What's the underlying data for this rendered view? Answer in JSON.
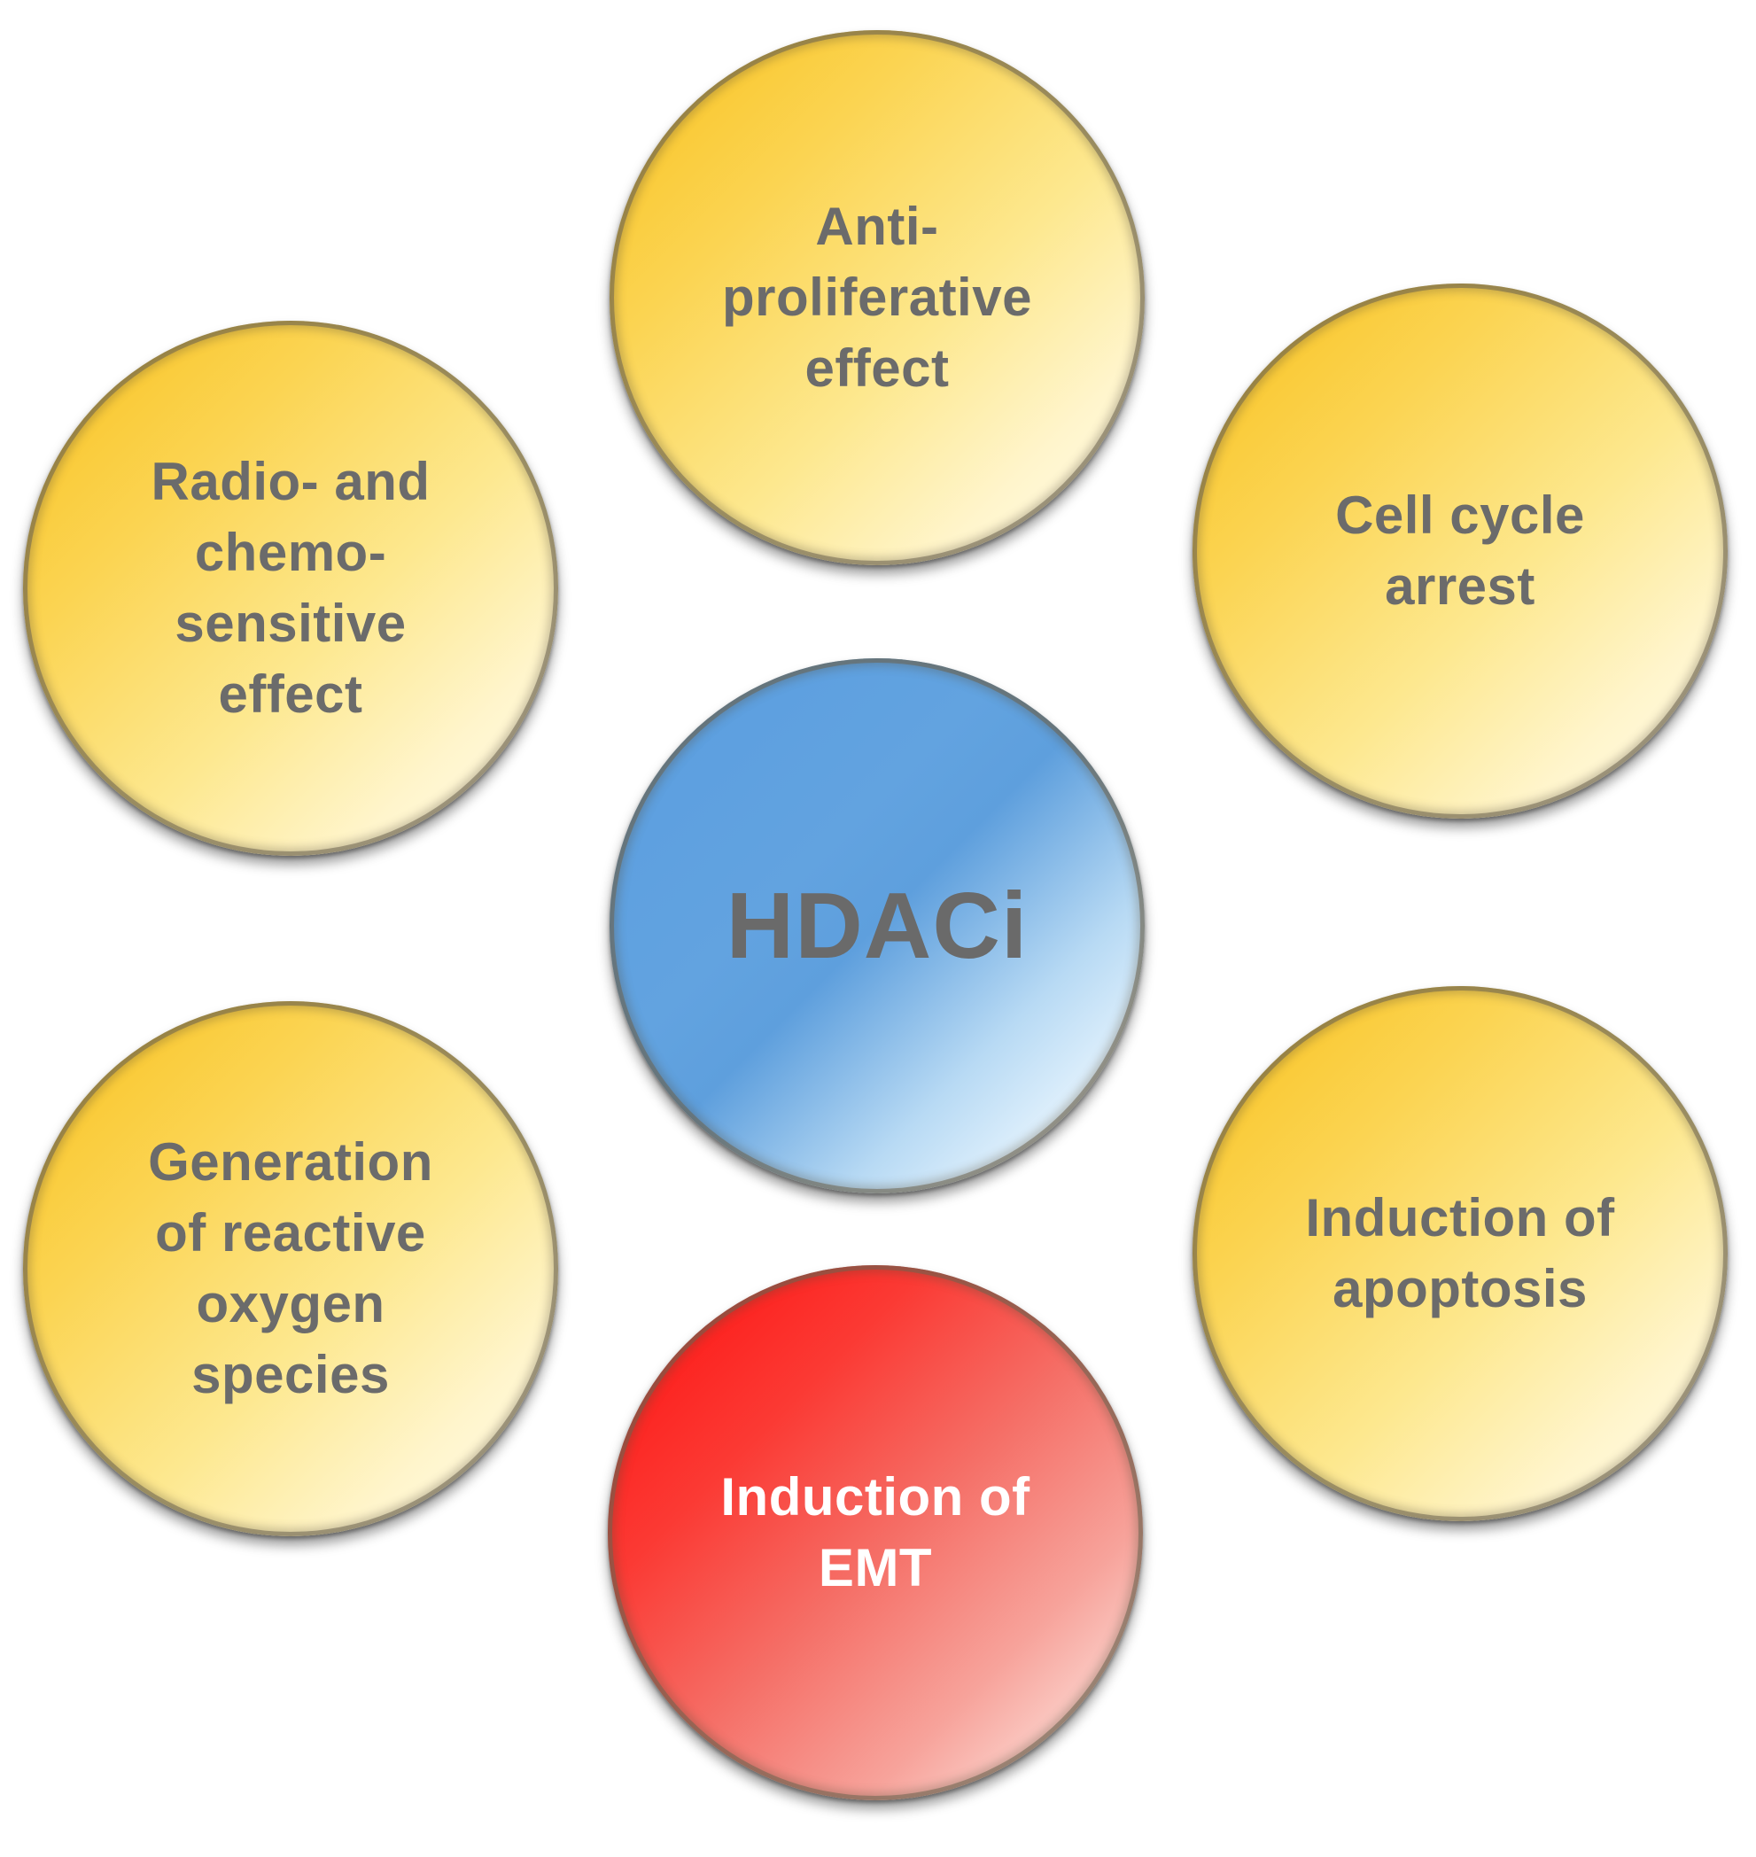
{
  "diagram": {
    "center": {
      "label": "HDACi",
      "color": "#5b9bd5"
    },
    "nodes": [
      {
        "id": "top",
        "label": "Anti-\nproliferative\neffect",
        "color": "#fbd45a"
      },
      {
        "id": "upper-right",
        "label": "Cell cycle\narrest",
        "color": "#fbd45a"
      },
      {
        "id": "lower-right",
        "label": "Induction of\napoptosis",
        "color": "#fbd45a"
      },
      {
        "id": "bottom",
        "label": "Induction of\nEMT",
        "color": "#ff2020"
      },
      {
        "id": "lower-left",
        "label": "Generation\nof reactive\noxygen\nspecies",
        "color": "#fbd45a"
      },
      {
        "id": "upper-left",
        "label": "Radio- and\nchemo-\nsensitive\neffect",
        "color": "#fbd45a"
      }
    ]
  }
}
